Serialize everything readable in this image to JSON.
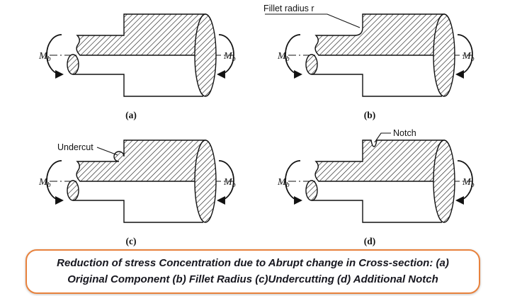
{
  "labels": {
    "moment_symbol": "M",
    "moment_subscript": "b"
  },
  "panels": {
    "a": {
      "tag": "(a)"
    },
    "b": {
      "tag": "(b)",
      "annotation": "Fillet radius r"
    },
    "c": {
      "tag": "(c)",
      "annotation": "Undercut"
    },
    "d": {
      "tag": "(d)",
      "annotation": "Notch"
    }
  },
  "caption": {
    "text": "Reduction of stress Concentration due to Abrupt change in Cross-section: (a) Original Component (b) Fillet Radius (c)Undercutting (d) Additional Notch",
    "border_color": "#E8823D",
    "border_style": "border-color:#E8823D"
  }
}
